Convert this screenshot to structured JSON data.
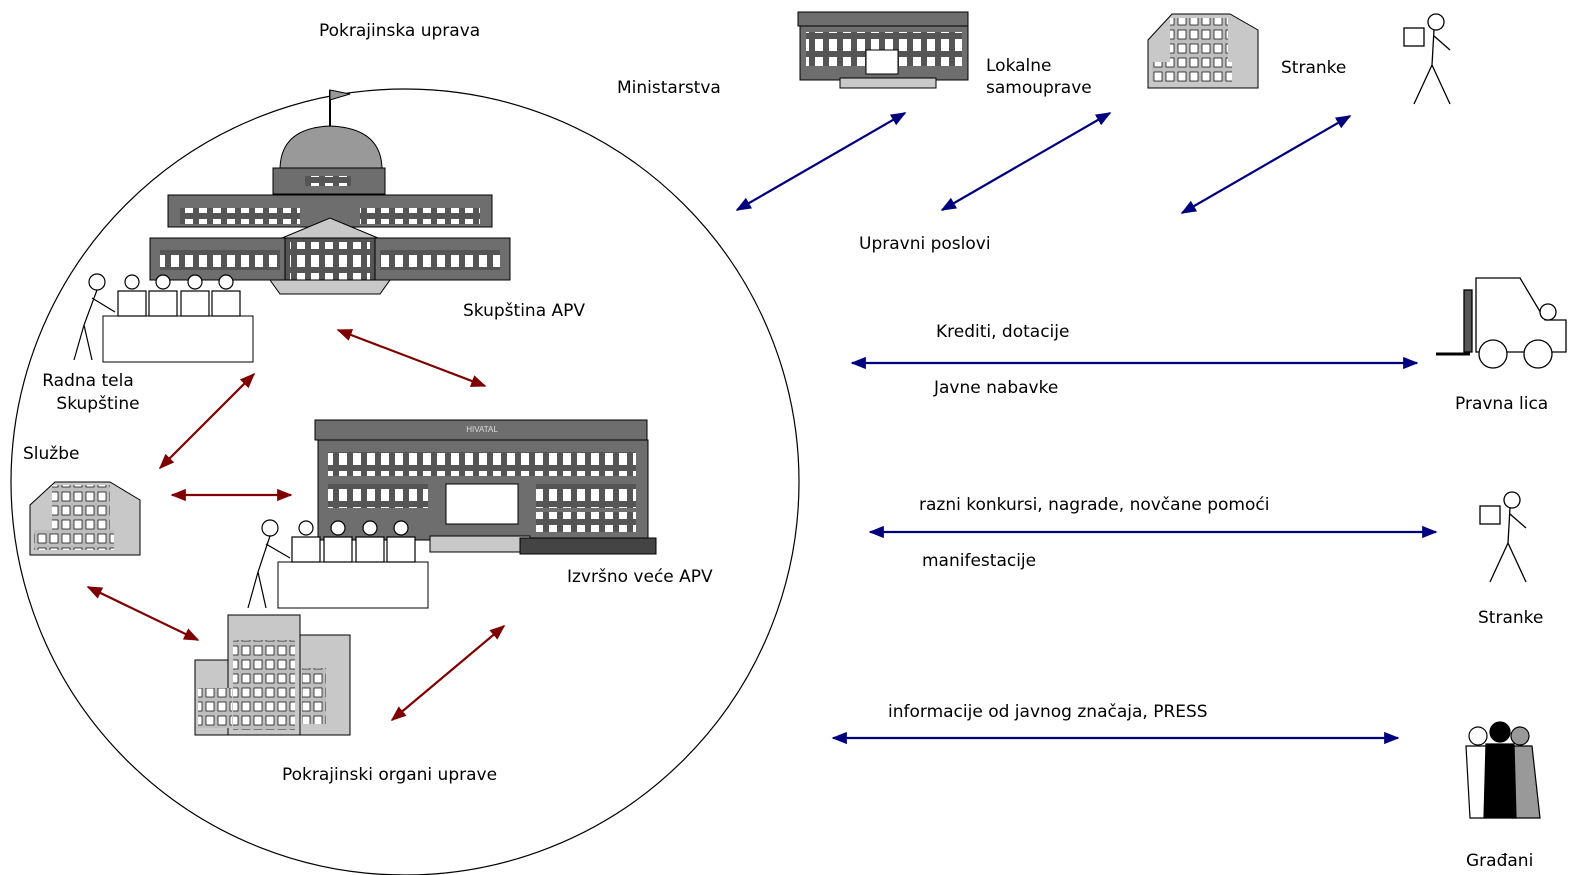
{
  "labels": {
    "provincial_admin": "Pokrajinska uprava",
    "ministries": "Ministarstva",
    "local_gov_1": "Lokalne",
    "local_gov_2": "samouprave",
    "clients_top": "Stranke",
    "assembly": "Skupština APV",
    "working_bodies_1": "Radna tela",
    "working_bodies_2": "Skupštine",
    "services": "Službe",
    "executive_council": "Izvršno veće APV",
    "admin_bodies": "Pokrajinski organi uprave",
    "admin_affairs": "Upravni poslovi",
    "credits": "Krediti, dotacije",
    "procurement": "Javne nabavke",
    "legal_entities": "Pravna lica",
    "competitions": "razni konkursi, nagrade, novčane pomoći",
    "events": "manifestacije",
    "clients_mid": "Stranke",
    "info": "informacije od javnog značaja, PRESS",
    "citizens": "Građani",
    "hivatal_sign": "HIVATAL"
  },
  "colors": {
    "blue_arrow": "#00007f",
    "red_arrow": "#7f0000",
    "building_dark": "#6e6e6e",
    "building_light": "#c8c8c8"
  },
  "icons": [
    "parliament-icon",
    "city-hall-icon",
    "office-building-icon",
    "tower-building-icon",
    "person-carrying-box-icon",
    "forklift-icon",
    "crowd-icon",
    "people-at-table-icon"
  ]
}
